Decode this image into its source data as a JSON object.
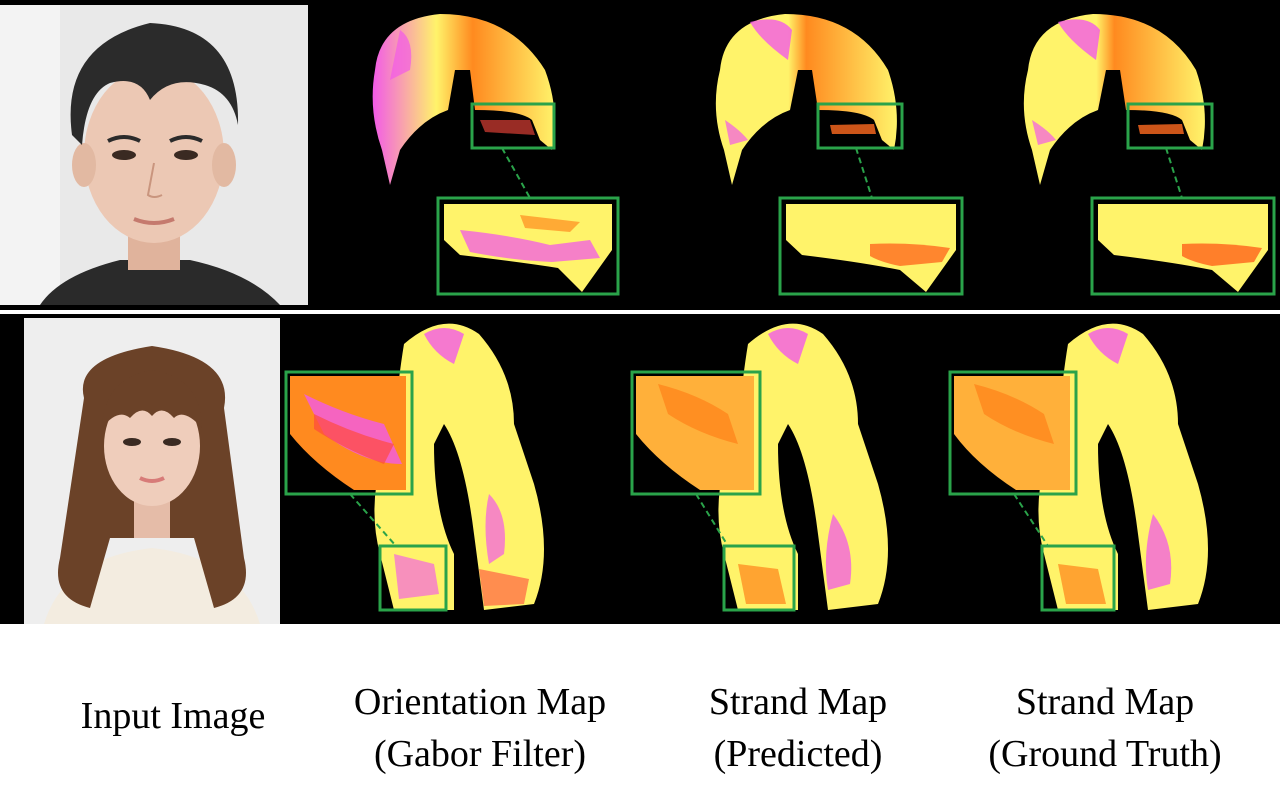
{
  "figure": {
    "rows": [
      {
        "subject": "male-portrait",
        "skin": "#ecc8b4",
        "hair": "#2b2b2b",
        "background": "#e9e9e9"
      },
      {
        "subject": "female-portrait",
        "skin": "#efcdbb",
        "hair": "#6b4228",
        "background": "#eeeeee"
      }
    ],
    "colors": {
      "frame": "#2aa34a",
      "yellow": "#fff36a",
      "orange": "#ff8a1f",
      "magenta": "#f25ae8",
      "red": "#ff4a3d"
    },
    "captions": [
      {
        "line1": "Input Image",
        "line2": ""
      },
      {
        "line1": "Orientation Map",
        "line2": "(Gabor Filter)"
      },
      {
        "line1": "Strand Map",
        "line2": "(Predicted)"
      },
      {
        "line1": "Strand Map",
        "line2": "(Ground Truth)"
      }
    ]
  }
}
